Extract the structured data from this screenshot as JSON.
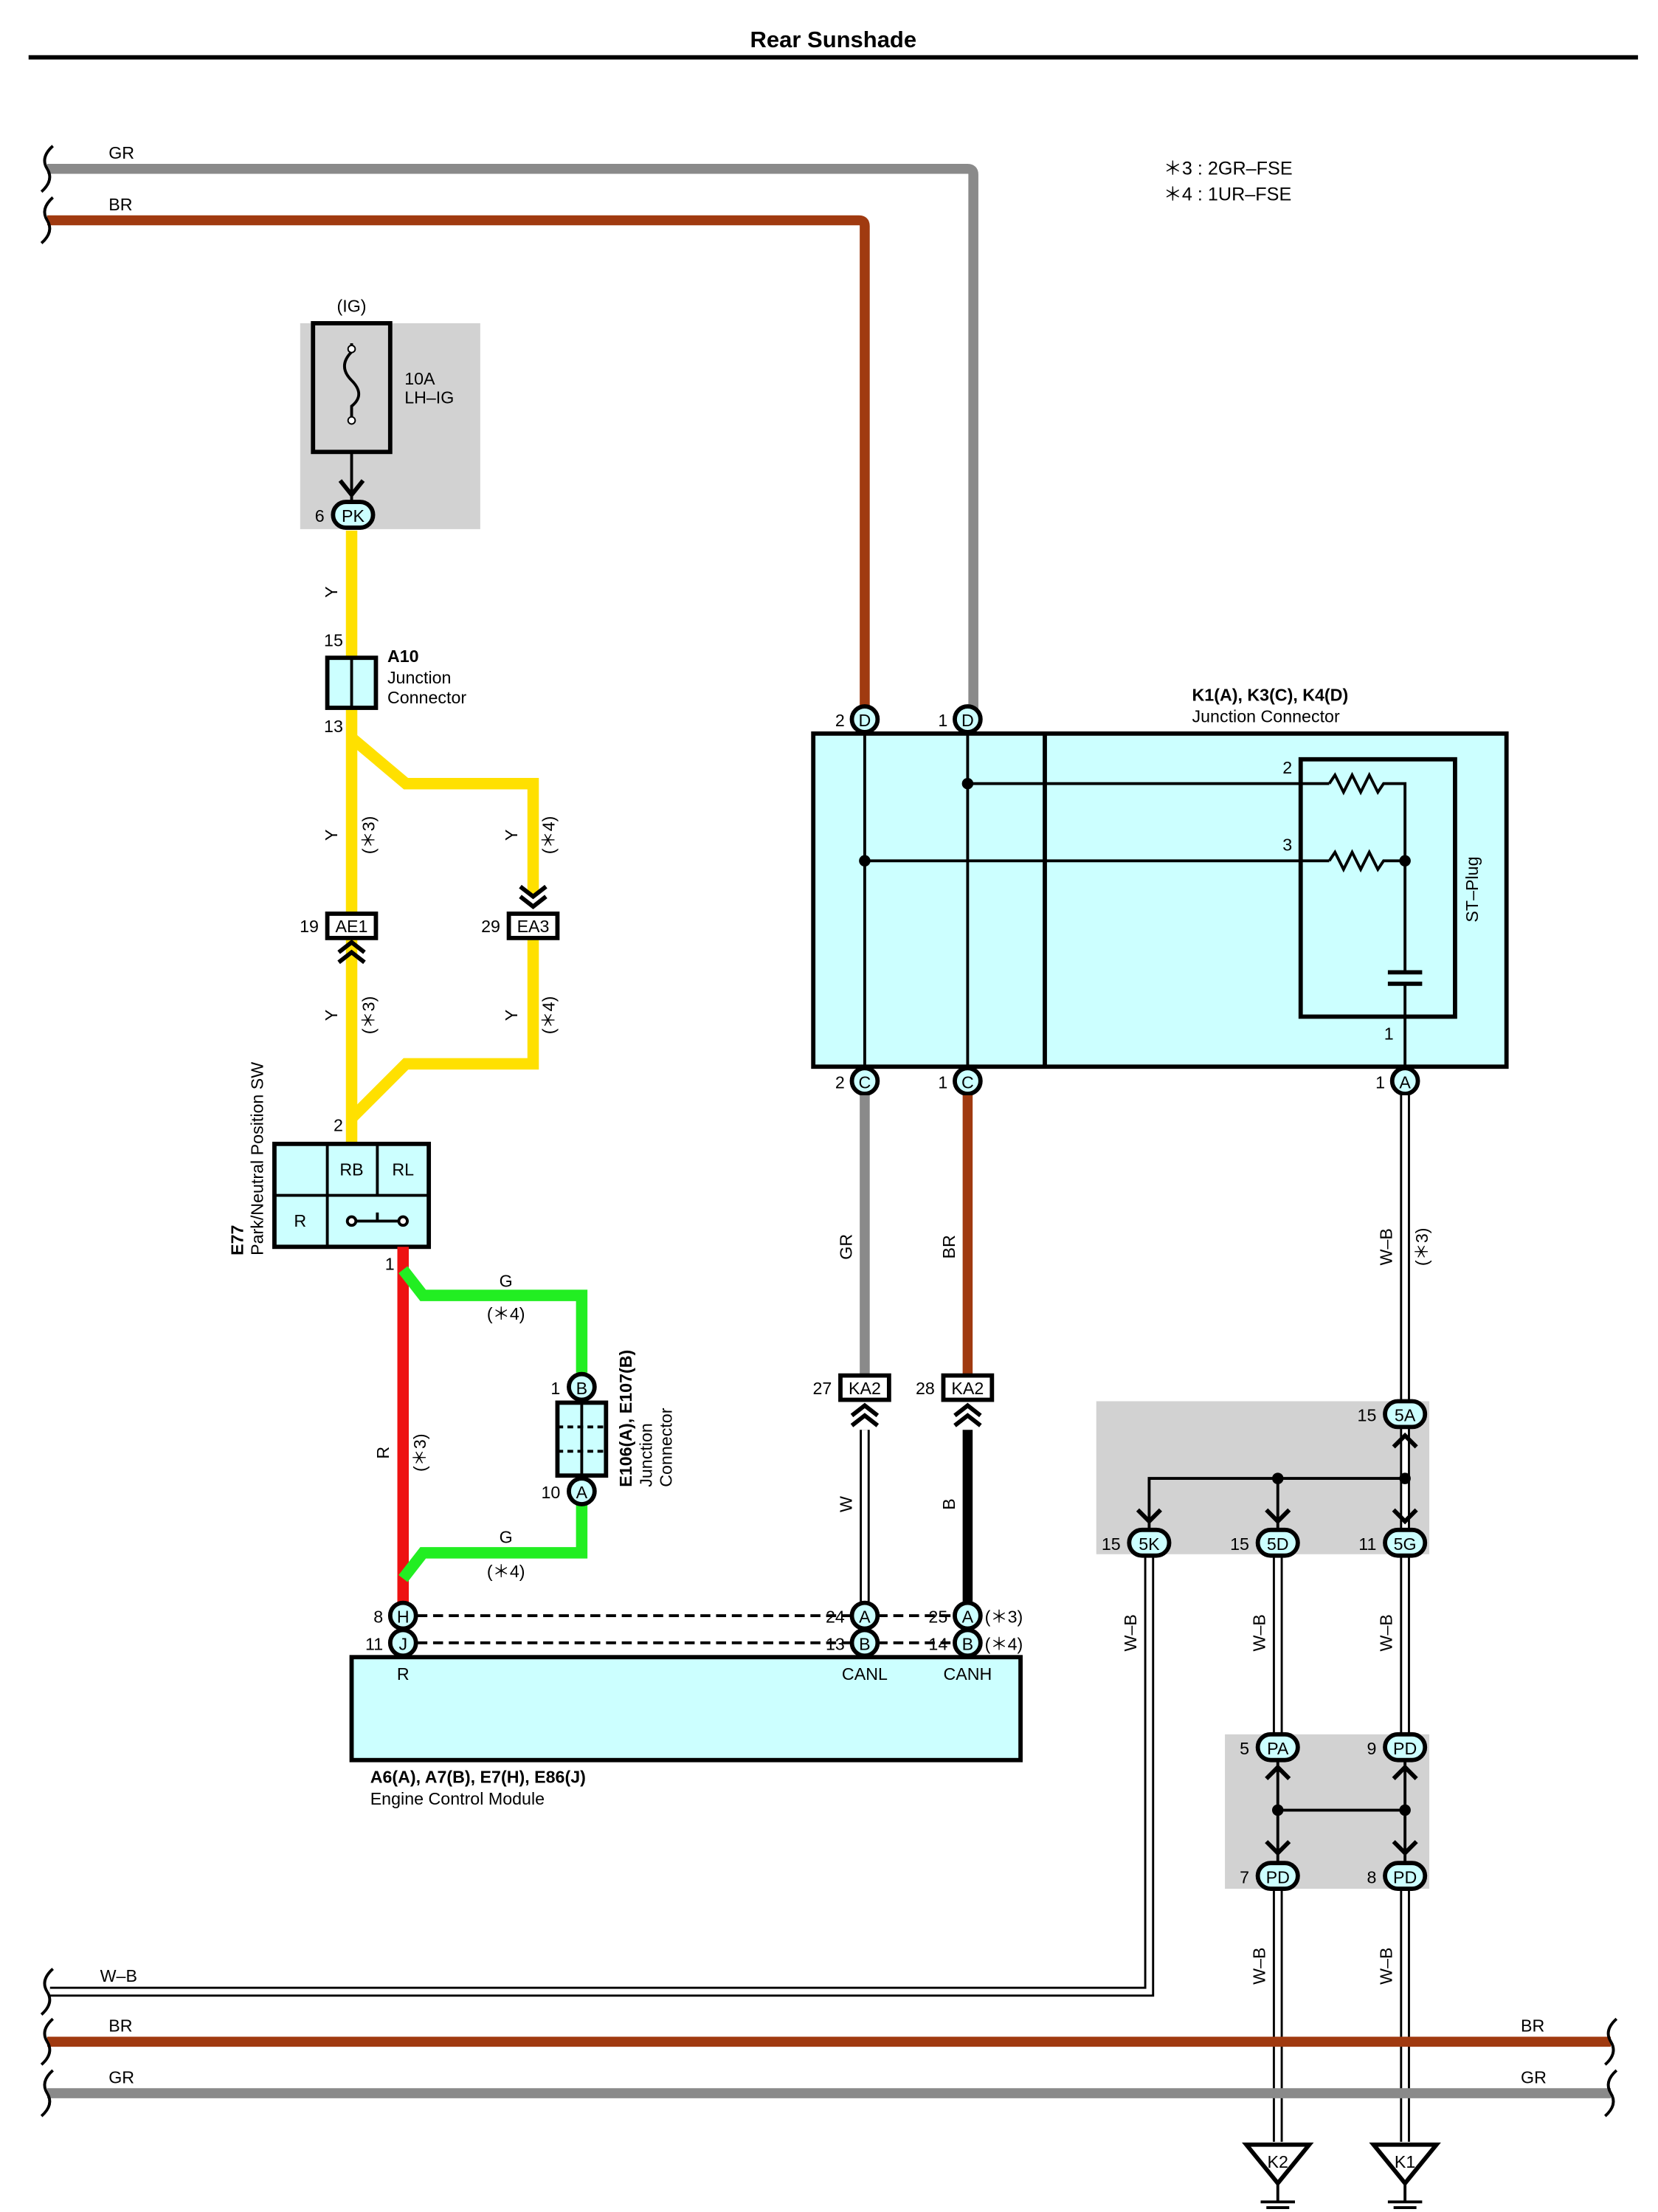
{
  "title": "Rear Sunshade",
  "notes": [
    "＊3 : 2GR–FSE",
    "＊4 : 1UR–FSE"
  ],
  "colors": {
    "Y": "#ffe000",
    "R": "#ee1111",
    "G": "#22ee22",
    "GR": "#8a8a8a",
    "BR": "#a03a10",
    "B": "#000000",
    "W": "#ffffff",
    "component_fill": "#ccffff",
    "shade": "#d2d2d2"
  },
  "wires": {
    "gr": "GR",
    "br": "BR",
    "y": "Y",
    "r": "R",
    "g": "G",
    "w": "W",
    "b": "B",
    "wb": "W–B"
  },
  "variants": {
    "v3": "(＊3)",
    "v4": "(＊4)"
  },
  "fuse": {
    "source": "(IG)",
    "rating": "10A",
    "name": "LH–IG",
    "pin": "6",
    "connector": "PK"
  },
  "a10": {
    "code": "A10",
    "line1": "Junction",
    "line2": "Connector",
    "pin_top": "15",
    "pin_bottom": "13"
  },
  "ae1": {
    "pin": "19",
    "connector": "AE1"
  },
  "ea3": {
    "pin": "29",
    "connector": "EA3"
  },
  "e77": {
    "code": "E77",
    "name": "Park/Neutral Position SW",
    "pin_in": "2",
    "pin_out": "1",
    "cells": [
      "RB",
      "RL",
      "R"
    ]
  },
  "e106": {
    "code": "E106(A), E107(B)",
    "line1": "Junction",
    "line2": "Connector",
    "pin_b": "1",
    "conn_b": "B",
    "pin_a": "10",
    "conn_a": "A"
  },
  "ecm": {
    "title": "A6(A), A7(B), E7(H), E86(J)",
    "name": "Engine Control Module",
    "pins": [
      {
        "num": "8",
        "conn": "H"
      },
      {
        "num": "11",
        "conn": "J"
      },
      {
        "num": "24",
        "conn": "A"
      },
      {
        "num": "13",
        "conn": "B"
      },
      {
        "num": "25",
        "conn": "A"
      },
      {
        "num": "14",
        "conn": "B"
      }
    ],
    "terminals": [
      "R",
      "CANL",
      "CANH"
    ]
  },
  "ka2": {
    "left_pin": "27",
    "right_pin": "28",
    "connector": "KA2"
  },
  "junction": {
    "title": "K1(A), K3(C), K4(D)",
    "name": "Junction Connector",
    "plug": "ST–Plug",
    "top_pins": [
      {
        "num": "2",
        "conn": "D"
      },
      {
        "num": "1",
        "conn": "D"
      }
    ],
    "bottom_pins": [
      {
        "num": "2",
        "conn": "C"
      },
      {
        "num": "1",
        "conn": "C"
      },
      {
        "num": "1",
        "conn": "A"
      }
    ],
    "resistor_pins": [
      "2",
      "3"
    ],
    "cap_pin": "1"
  },
  "splice1": {
    "top": {
      "num": "15",
      "conn": "5A"
    },
    "bottom": [
      {
        "num": "15",
        "conn": "5K"
      },
      {
        "num": "15",
        "conn": "5D"
      },
      {
        "num": "11",
        "conn": "5G"
      }
    ]
  },
  "splice2": {
    "top": [
      {
        "num": "5",
        "conn": "PA"
      },
      {
        "num": "9",
        "conn": "PD"
      }
    ],
    "bottom": [
      {
        "num": "7",
        "conn": "PD"
      },
      {
        "num": "8",
        "conn": "PD"
      }
    ]
  },
  "grounds": [
    "K2",
    "K1"
  ]
}
